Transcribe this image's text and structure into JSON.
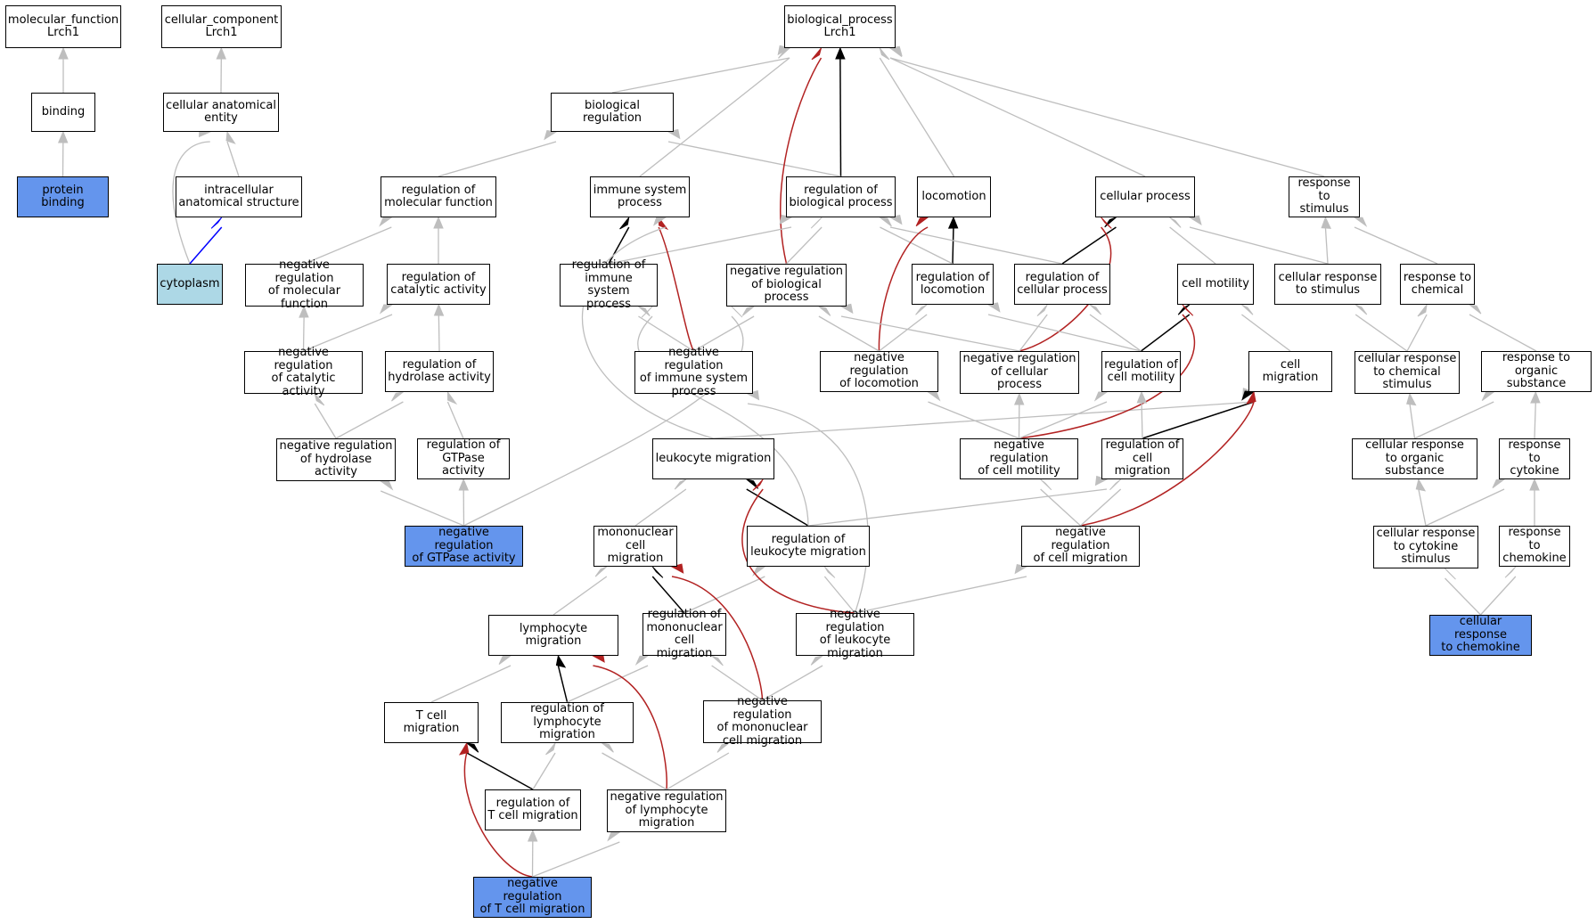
{
  "colors": {
    "highlight": "#6495ed",
    "highlight_light": "#add8e6",
    "edge_is_a": "#bebebe",
    "edge_part_of": "#000000",
    "edge_negatively_regulates": "#b22222",
    "edge_located_in": "#0000ff"
  },
  "nodes": [
    {
      "id": "molecular_function",
      "label": "molecular_function\nLrch1"
    },
    {
      "id": "cellular_component",
      "label": "cellular_component\nLrch1"
    },
    {
      "id": "biological_process",
      "label": "biological_process\nLrch1"
    },
    {
      "id": "binding",
      "label": "binding"
    },
    {
      "id": "cellular_anatomical_entity",
      "label": "cellular anatomical\nentity"
    },
    {
      "id": "biological_regulation",
      "label": "biological regulation"
    },
    {
      "id": "protein_binding",
      "label": "protein binding",
      "style": "hl"
    },
    {
      "id": "intracellular_anatomical_structure",
      "label": "intracellular\nanatomical structure"
    },
    {
      "id": "regulation_of_molecular_function",
      "label": "regulation of\nmolecular function"
    },
    {
      "id": "immune_system_process",
      "label": "immune system\nprocess"
    },
    {
      "id": "regulation_of_biological_process",
      "label": "regulation of\nbiological process"
    },
    {
      "id": "locomotion",
      "label": "locomotion"
    },
    {
      "id": "cellular_process",
      "label": "cellular process"
    },
    {
      "id": "response_to_stimulus",
      "label": "response to\nstimulus"
    },
    {
      "id": "cytoplasm",
      "label": "cytoplasm",
      "style": "hl2"
    },
    {
      "id": "neg_reg_molecular_function",
      "label": "negative regulation\nof molecular\nfunction"
    },
    {
      "id": "regulation_of_catalytic_activity",
      "label": "regulation of\ncatalytic activity"
    },
    {
      "id": "regulation_of_immune_system_process",
      "label": "regulation of\nimmune system\nprocess"
    },
    {
      "id": "neg_reg_biological_process",
      "label": "negative regulation\nof biological\nprocess"
    },
    {
      "id": "regulation_of_locomotion",
      "label": "regulation of\nlocomotion"
    },
    {
      "id": "regulation_of_cellular_process",
      "label": "regulation of\ncellular process"
    },
    {
      "id": "cell_motility",
      "label": "cell motility"
    },
    {
      "id": "cellular_response_to_stimulus",
      "label": "cellular response\nto stimulus"
    },
    {
      "id": "response_to_chemical",
      "label": "response to\nchemical"
    },
    {
      "id": "neg_reg_catalytic_activity",
      "label": "negative regulation\nof catalytic\nactivity"
    },
    {
      "id": "regulation_of_hydrolase_activity",
      "label": "regulation of\nhydrolase activity"
    },
    {
      "id": "neg_reg_immune_system_process",
      "label": "negative regulation\nof immune system\nprocess"
    },
    {
      "id": "neg_reg_locomotion",
      "label": "negative regulation\nof locomotion"
    },
    {
      "id": "neg_reg_cellular_process",
      "label": "negative regulation\nof cellular\nprocess"
    },
    {
      "id": "regulation_of_cell_motility",
      "label": "regulation of\ncell motility"
    },
    {
      "id": "cell_migration",
      "label": "cell migration"
    },
    {
      "id": "cellular_response_to_chemical_stimulus",
      "label": "cellular response\nto chemical\nstimulus"
    },
    {
      "id": "response_to_organic_substance",
      "label": "response to\norganic substance"
    },
    {
      "id": "neg_reg_hydrolase_activity",
      "label": "negative regulation\nof hydrolase\nactivity"
    },
    {
      "id": "regulation_of_GTPase_activity",
      "label": "regulation of\nGTPase activity"
    },
    {
      "id": "leukocyte_migration",
      "label": "leukocyte migration"
    },
    {
      "id": "neg_reg_cell_motility",
      "label": "negative regulation\nof cell motility"
    },
    {
      "id": "regulation_of_cell_migration",
      "label": "regulation of\ncell migration"
    },
    {
      "id": "cellular_response_to_organic_substance",
      "label": "cellular response\nto organic substance"
    },
    {
      "id": "response_to_cytokine",
      "label": "response to\ncytokine"
    },
    {
      "id": "neg_reg_GTPase_activity",
      "label": "negative regulation\nof GTPase activity",
      "style": "hl"
    },
    {
      "id": "mononuclear_cell_migration",
      "label": "mononuclear\ncell migration"
    },
    {
      "id": "regulation_of_leukocyte_migration",
      "label": "regulation of\nleukocyte migration"
    },
    {
      "id": "neg_reg_cell_migration",
      "label": "negative regulation\nof cell migration"
    },
    {
      "id": "cellular_response_to_cytokine_stimulus",
      "label": "cellular response\nto cytokine\nstimulus"
    },
    {
      "id": "response_to_chemokine",
      "label": "response to\nchemokine"
    },
    {
      "id": "lymphocyte_migration",
      "label": "lymphocyte migration"
    },
    {
      "id": "regulation_of_mononuclear_cell_migration",
      "label": "regulation of\nmononuclear\ncell migration"
    },
    {
      "id": "neg_reg_leukocyte_migration",
      "label": "negative regulation\nof leukocyte\nmigration"
    },
    {
      "id": "cellular_response_to_chemokine",
      "label": "cellular response\nto chemokine",
      "style": "hl"
    },
    {
      "id": "T_cell_migration",
      "label": "T cell migration"
    },
    {
      "id": "regulation_of_lymphocyte_migration",
      "label": "regulation of\nlymphocyte migration"
    },
    {
      "id": "neg_reg_mononuclear_cell_migration",
      "label": "negative regulation\nof mononuclear\ncell migration"
    },
    {
      "id": "regulation_of_T_cell_migration",
      "label": "regulation of\nT cell migration"
    },
    {
      "id": "neg_reg_lymphocyte_migration",
      "label": "negative regulation\nof lymphocyte\nmigration"
    },
    {
      "id": "neg_reg_T_cell_migration",
      "label": "negative regulation\nof T cell migration",
      "style": "hl"
    }
  ],
  "edges": [
    {
      "from": "binding",
      "to": "molecular_function",
      "type": "is_a"
    },
    {
      "from": "protein_binding",
      "to": "binding",
      "type": "is_a"
    },
    {
      "from": "cellular_anatomical_entity",
      "to": "cellular_component",
      "type": "is_a"
    },
    {
      "from": "intracellular_anatomical_structure",
      "to": "cellular_anatomical_entity",
      "type": "is_a"
    },
    {
      "from": "cytoplasm",
      "to": "cellular_anatomical_entity",
      "type": "is_a"
    },
    {
      "from": "cytoplasm",
      "to": "intracellular_anatomical_structure",
      "type": "located_in"
    },
    {
      "from": "biological_regulation",
      "to": "biological_process",
      "type": "is_a"
    },
    {
      "from": "immune_system_process",
      "to": "biological_process",
      "type": "is_a"
    },
    {
      "from": "regulation_of_biological_process",
      "to": "biological_process",
      "type": "part_of"
    },
    {
      "from": "regulation_of_biological_process",
      "to": "biological_regulation",
      "type": "is_a"
    },
    {
      "from": "locomotion",
      "to": "biological_process",
      "type": "is_a"
    },
    {
      "from": "cellular_process",
      "to": "biological_process",
      "type": "is_a"
    },
    {
      "from": "response_to_stimulus",
      "to": "biological_process",
      "type": "is_a"
    },
    {
      "from": "neg_reg_biological_process",
      "to": "biological_process",
      "type": "neg"
    },
    {
      "from": "regulation_of_molecular_function",
      "to": "biological_regulation",
      "type": "is_a"
    },
    {
      "from": "neg_reg_molecular_function",
      "to": "regulation_of_molecular_function",
      "type": "is_a"
    },
    {
      "from": "regulation_of_catalytic_activity",
      "to": "regulation_of_molecular_function",
      "type": "is_a"
    },
    {
      "from": "neg_reg_catalytic_activity",
      "to": "neg_reg_molecular_function",
      "type": "is_a"
    },
    {
      "from": "neg_reg_catalytic_activity",
      "to": "regulation_of_catalytic_activity",
      "type": "is_a"
    },
    {
      "from": "regulation_of_hydrolase_activity",
      "to": "regulation_of_catalytic_activity",
      "type": "is_a"
    },
    {
      "from": "neg_reg_hydrolase_activity",
      "to": "neg_reg_catalytic_activity",
      "type": "is_a"
    },
    {
      "from": "neg_reg_hydrolase_activity",
      "to": "regulation_of_hydrolase_activity",
      "type": "is_a"
    },
    {
      "from": "regulation_of_GTPase_activity",
      "to": "regulation_of_hydrolase_activity",
      "type": "is_a"
    },
    {
      "from": "neg_reg_GTPase_activity",
      "to": "neg_reg_hydrolase_activity",
      "type": "is_a"
    },
    {
      "from": "neg_reg_GTPase_activity",
      "to": "regulation_of_GTPase_activity",
      "type": "is_a"
    },
    {
      "from": "neg_reg_GTPase_activity",
      "to": "neg_reg_biological_process",
      "type": "is_a"
    },
    {
      "from": "regulation_of_immune_system_process",
      "to": "immune_system_process",
      "type": "part_of"
    },
    {
      "from": "regulation_of_immune_system_process",
      "to": "regulation_of_biological_process",
      "type": "is_a"
    },
    {
      "from": "neg_reg_biological_process",
      "to": "regulation_of_biological_process",
      "type": "is_a"
    },
    {
      "from": "regulation_of_locomotion",
      "to": "locomotion",
      "type": "part_of"
    },
    {
      "from": "regulation_of_locomotion",
      "to": "regulation_of_biological_process",
      "type": "is_a"
    },
    {
      "from": "regulation_of_cellular_process",
      "to": "cellular_process",
      "type": "part_of"
    },
    {
      "from": "regulation_of_cellular_process",
      "to": "regulation_of_biological_process",
      "type": "is_a"
    },
    {
      "from": "cell_motility",
      "to": "cellular_process",
      "type": "is_a"
    },
    {
      "from": "cellular_response_to_stimulus",
      "to": "cellular_process",
      "type": "is_a"
    },
    {
      "from": "cellular_response_to_stimulus",
      "to": "response_to_stimulus",
      "type": "is_a"
    },
    {
      "from": "response_to_chemical",
      "to": "response_to_stimulus",
      "type": "is_a"
    },
    {
      "from": "neg_reg_immune_system_process",
      "to": "immune_system_process",
      "type": "neg"
    },
    {
      "from": "neg_reg_immune_system_process",
      "to": "regulation_of_immune_system_process",
      "type": "is_a"
    },
    {
      "from": "neg_reg_immune_system_process",
      "to": "neg_reg_biological_process",
      "type": "is_a"
    },
    {
      "from": "neg_reg_locomotion",
      "to": "locomotion",
      "type": "neg"
    },
    {
      "from": "neg_reg_locomotion",
      "to": "regulation_of_locomotion",
      "type": "is_a"
    },
    {
      "from": "neg_reg_locomotion",
      "to": "neg_reg_biological_process",
      "type": "is_a"
    },
    {
      "from": "neg_reg_cellular_process",
      "to": "cellular_process",
      "type": "neg"
    },
    {
      "from": "neg_reg_cellular_process",
      "to": "regulation_of_cellular_process",
      "type": "is_a"
    },
    {
      "from": "neg_reg_cellular_process",
      "to": "neg_reg_biological_process",
      "type": "is_a"
    },
    {
      "from": "regulation_of_cell_motility",
      "to": "cell_motility",
      "type": "part_of"
    },
    {
      "from": "regulation_of_cell_motility",
      "to": "regulation_of_locomotion",
      "type": "is_a"
    },
    {
      "from": "regulation_of_cell_motility",
      "to": "regulation_of_cellular_process",
      "type": "is_a"
    },
    {
      "from": "cell_migration",
      "to": "cell_motility",
      "type": "is_a"
    },
    {
      "from": "cellular_response_to_chemical_stimulus",
      "to": "cellular_response_to_stimulus",
      "type": "is_a"
    },
    {
      "from": "cellular_response_to_chemical_stimulus",
      "to": "response_to_chemical",
      "type": "is_a"
    },
    {
      "from": "response_to_organic_substance",
      "to": "response_to_chemical",
      "type": "is_a"
    },
    {
      "from": "leukocyte_migration",
      "to": "immune_system_process",
      "type": "is_a"
    },
    {
      "from": "leukocyte_migration",
      "to": "cell_migration",
      "type": "is_a"
    },
    {
      "from": "neg_reg_cell_motility",
      "to": "cell_motility",
      "type": "neg"
    },
    {
      "from": "neg_reg_cell_motility",
      "to": "neg_reg_locomotion",
      "type": "is_a"
    },
    {
      "from": "neg_reg_cell_motility",
      "to": "neg_reg_cellular_process",
      "type": "is_a"
    },
    {
      "from": "neg_reg_cell_motility",
      "to": "regulation_of_cell_motility",
      "type": "is_a"
    },
    {
      "from": "regulation_of_cell_migration",
      "to": "cell_migration",
      "type": "part_of"
    },
    {
      "from": "regulation_of_cell_migration",
      "to": "regulation_of_cell_motility",
      "type": "is_a"
    },
    {
      "from": "cellular_response_to_organic_substance",
      "to": "cellular_response_to_chemical_stimulus",
      "type": "is_a"
    },
    {
      "from": "cellular_response_to_organic_substance",
      "to": "response_to_organic_substance",
      "type": "is_a"
    },
    {
      "from": "response_to_cytokine",
      "to": "response_to_organic_substance",
      "type": "is_a"
    },
    {
      "from": "mononuclear_cell_migration",
      "to": "leukocyte_migration",
      "type": "is_a"
    },
    {
      "from": "regulation_of_leukocyte_migration",
      "to": "leukocyte_migration",
      "type": "part_of"
    },
    {
      "from": "regulation_of_leukocyte_migration",
      "to": "regulation_of_cell_migration",
      "type": "is_a"
    },
    {
      "from": "regulation_of_leukocyte_migration",
      "to": "regulation_of_immune_system_process",
      "type": "is_a"
    },
    {
      "from": "neg_reg_cell_migration",
      "to": "cell_migration",
      "type": "neg"
    },
    {
      "from": "neg_reg_cell_migration",
      "to": "neg_reg_cell_motility",
      "type": "is_a"
    },
    {
      "from": "neg_reg_cell_migration",
      "to": "regulation_of_cell_migration",
      "type": "is_a"
    },
    {
      "from": "cellular_response_to_cytokine_stimulus",
      "to": "cellular_response_to_organic_substance",
      "type": "is_a"
    },
    {
      "from": "cellular_response_to_cytokine_stimulus",
      "to": "response_to_cytokine",
      "type": "is_a"
    },
    {
      "from": "response_to_chemokine",
      "to": "response_to_cytokine",
      "type": "is_a"
    },
    {
      "from": "lymphocyte_migration",
      "to": "mononuclear_cell_migration",
      "type": "is_a"
    },
    {
      "from": "regulation_of_mononuclear_cell_migration",
      "to": "mononuclear_cell_migration",
      "type": "part_of"
    },
    {
      "from": "regulation_of_mononuclear_cell_migration",
      "to": "regulation_of_leukocyte_migration",
      "type": "is_a"
    },
    {
      "from": "neg_reg_leukocyte_migration",
      "to": "leukocyte_migration",
      "type": "neg"
    },
    {
      "from": "neg_reg_leukocyte_migration",
      "to": "regulation_of_leukocyte_migration",
      "type": "is_a"
    },
    {
      "from": "neg_reg_leukocyte_migration",
      "to": "neg_reg_cell_migration",
      "type": "is_a"
    },
    {
      "from": "neg_reg_leukocyte_migration",
      "to": "neg_reg_immune_system_process",
      "type": "is_a"
    },
    {
      "from": "cellular_response_to_chemokine",
      "to": "cellular_response_to_cytokine_stimulus",
      "type": "is_a"
    },
    {
      "from": "cellular_response_to_chemokine",
      "to": "response_to_chemokine",
      "type": "is_a"
    },
    {
      "from": "T_cell_migration",
      "to": "lymphocyte_migration",
      "type": "is_a"
    },
    {
      "from": "regulation_of_lymphocyte_migration",
      "to": "lymphocyte_migration",
      "type": "part_of"
    },
    {
      "from": "regulation_of_lymphocyte_migration",
      "to": "regulation_of_mononuclear_cell_migration",
      "type": "is_a"
    },
    {
      "from": "neg_reg_mononuclear_cell_migration",
      "to": "mononuclear_cell_migration",
      "type": "neg"
    },
    {
      "from": "neg_reg_mononuclear_cell_migration",
      "to": "regulation_of_mononuclear_cell_migration",
      "type": "is_a"
    },
    {
      "from": "neg_reg_mononuclear_cell_migration",
      "to": "neg_reg_leukocyte_migration",
      "type": "is_a"
    },
    {
      "from": "regulation_of_T_cell_migration",
      "to": "T_cell_migration",
      "type": "part_of"
    },
    {
      "from": "regulation_of_T_cell_migration",
      "to": "regulation_of_lymphocyte_migration",
      "type": "is_a"
    },
    {
      "from": "neg_reg_lymphocyte_migration",
      "to": "lymphocyte_migration",
      "type": "neg"
    },
    {
      "from": "neg_reg_lymphocyte_migration",
      "to": "regulation_of_lymphocyte_migration",
      "type": "is_a"
    },
    {
      "from": "neg_reg_lymphocyte_migration",
      "to": "neg_reg_mononuclear_cell_migration",
      "type": "is_a"
    },
    {
      "from": "neg_reg_T_cell_migration",
      "to": "T_cell_migration",
      "type": "neg"
    },
    {
      "from": "neg_reg_T_cell_migration",
      "to": "regulation_of_T_cell_migration",
      "type": "is_a"
    },
    {
      "from": "neg_reg_T_cell_migration",
      "to": "neg_reg_lymphocyte_migration",
      "type": "is_a"
    }
  ]
}
